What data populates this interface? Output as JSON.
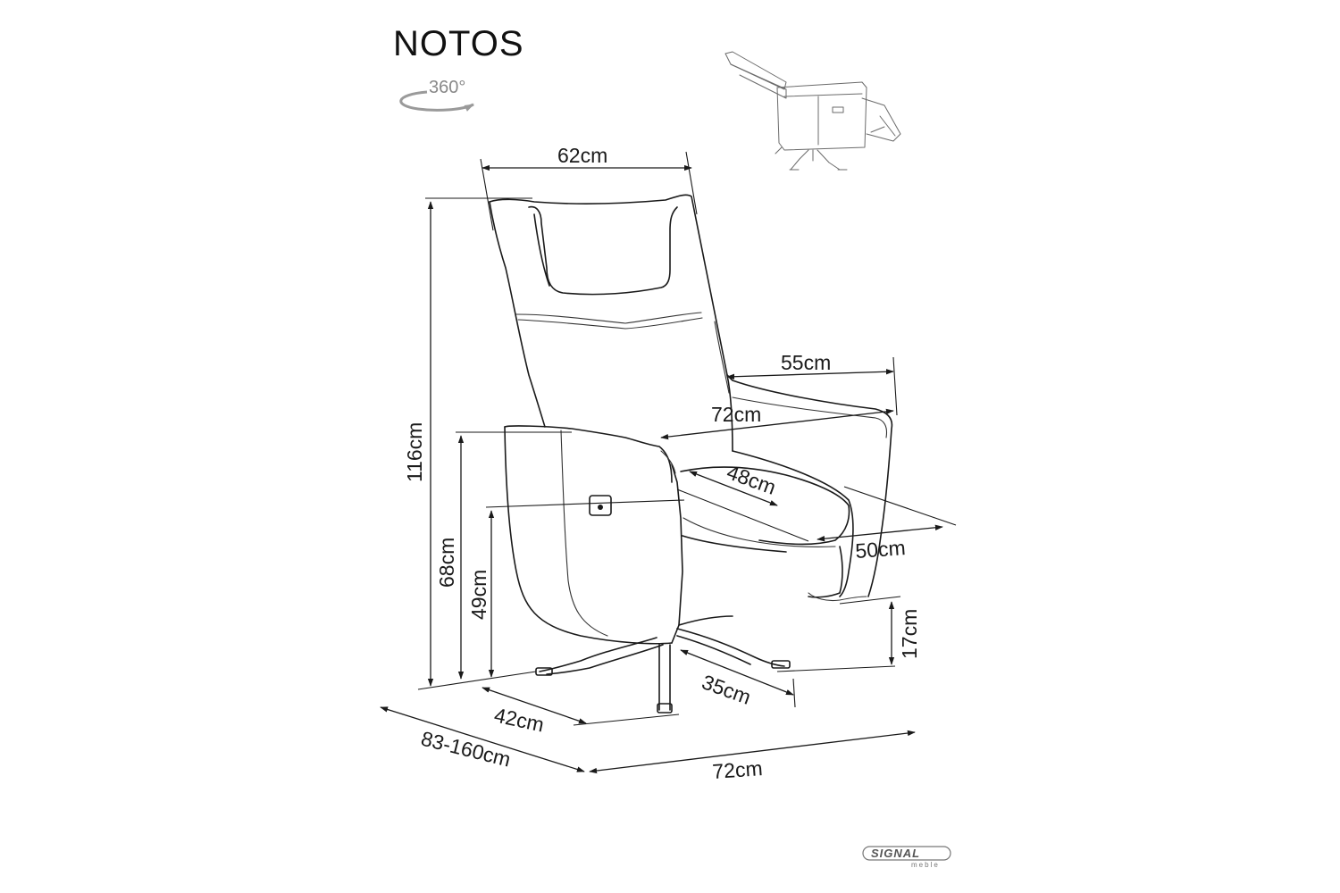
{
  "title": "NOTOS",
  "rotation": {
    "label": "360°",
    "icon": "rotate-360-icon"
  },
  "dimensions": {
    "backrest_top_width": "62cm",
    "armrest_length": "55cm",
    "inner_width": "72cm",
    "seat_width": "48cm",
    "seat_depth": "50cm",
    "total_height": "116cm",
    "armrest_height": "68cm",
    "seat_height": "49cm",
    "footrest_clearance": "17cm",
    "base_arm_right": "35cm",
    "base_arm_left": "42cm",
    "total_depth": "83-160cm",
    "total_width": "72cm"
  },
  "brand": {
    "name": "SIGNAL",
    "sub": "meble"
  },
  "colors": {
    "ink": "#1a1a1a",
    "sketch": "#6b6b6b"
  }
}
